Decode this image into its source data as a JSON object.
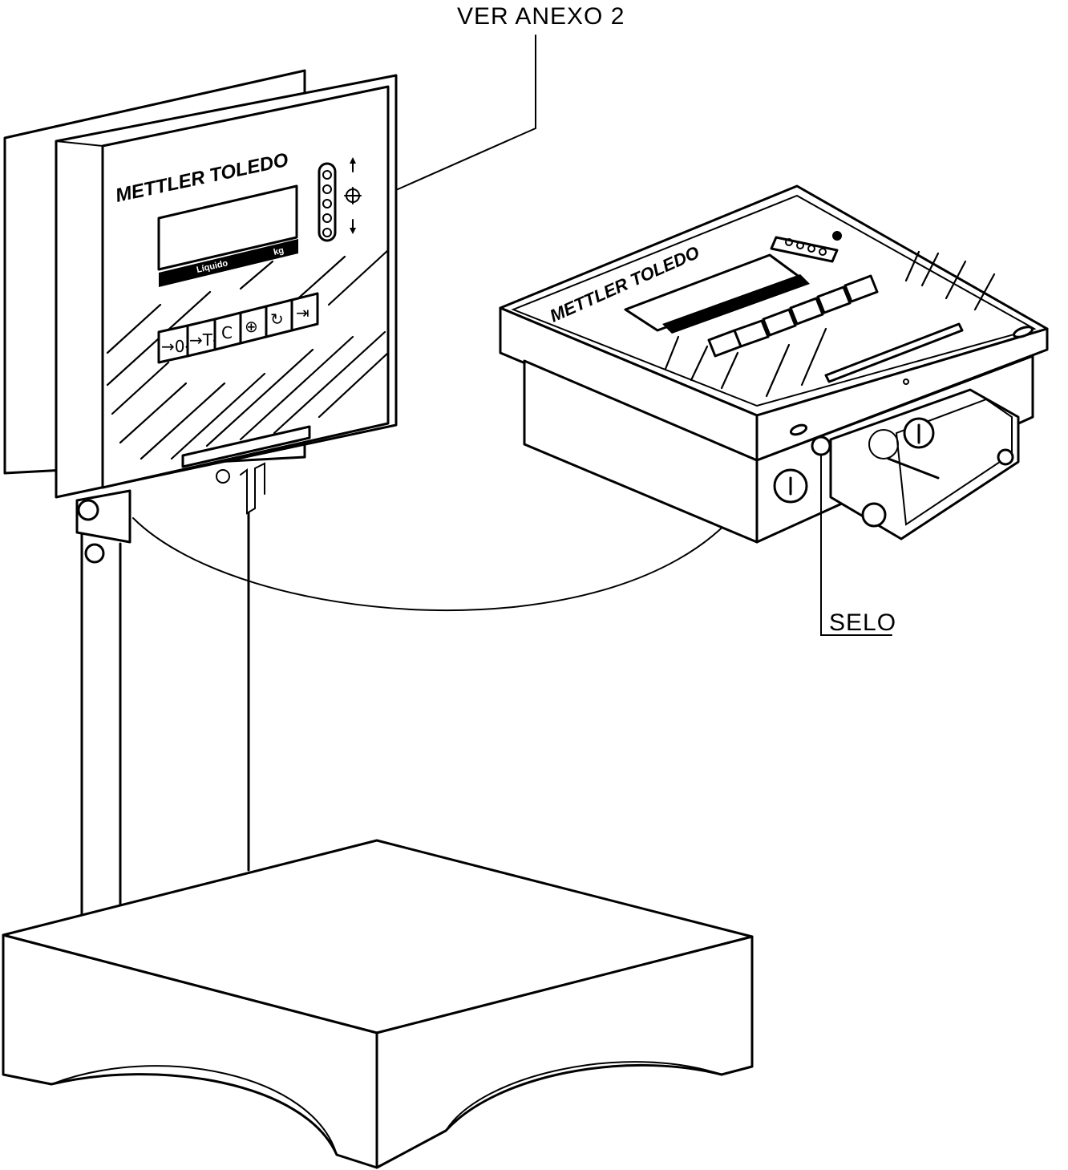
{
  "callouts": {
    "annex": "VER ANEXO 2",
    "seal": "SELO"
  },
  "terminal_front": {
    "brand": "METTLER TOLEDO",
    "status_label": "Líquido",
    "unit": "kg",
    "keys": [
      "→0←",
      "→T←",
      "C",
      "⊕",
      "↻",
      "⇥"
    ]
  },
  "terminal_detail": {
    "brand": "METTLER TOLEDO"
  },
  "colors": {
    "line": "#000000",
    "background": "#ffffff"
  }
}
